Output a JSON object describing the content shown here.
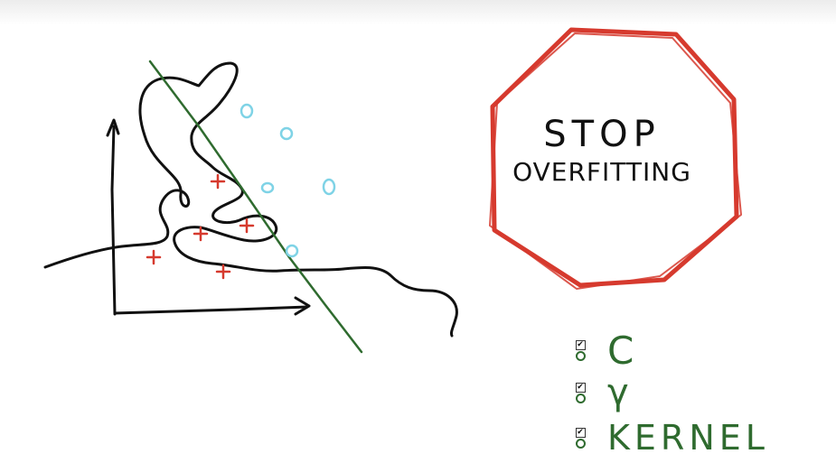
{
  "stop_sign": {
    "line1": "STOP",
    "line2": "OVERFITTING",
    "color": "#d63a2e"
  },
  "plot": {
    "positive_marker": "+",
    "negative_marker": "o",
    "positive_color": "#d63a2e",
    "negative_color": "#7fd3e6",
    "boundary_color": "#2f6b2f",
    "ink_color": "#111111"
  },
  "checklist": {
    "items": [
      {
        "label": "C",
        "checked": true
      },
      {
        "label": "γ",
        "checked": true
      },
      {
        "label": "KERNEL",
        "checked": true
      }
    ]
  }
}
